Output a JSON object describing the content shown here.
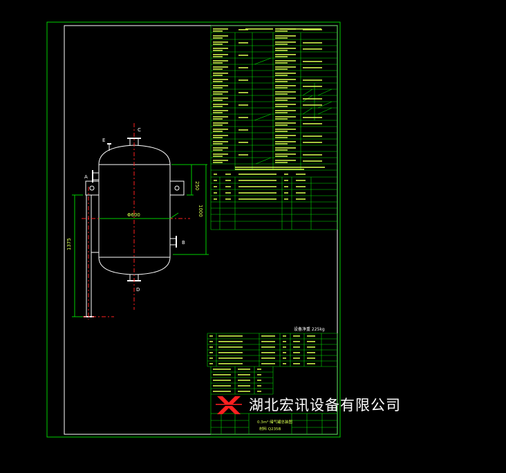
{
  "drawing": {
    "nozzle_tags": [
      "E",
      "C",
      "A",
      "B",
      "D"
    ],
    "dimensions": {
      "right_small": "250",
      "right_large": "1000",
      "left_total": "1375",
      "diameter": "Φ600"
    },
    "weight_note": "设备净重 225kg"
  },
  "title_block": {
    "company_name": "湖北宏讯设备有限公司",
    "drawing_title_line1": "0.3m³ 储气罐总装图",
    "drawing_title_line2": "材料 Q235B"
  },
  "colors": {
    "frame": "#00d000",
    "table": "#00e000",
    "vessel": "#ffffff",
    "centerline": "#ff2020",
    "text": "#d8ff50",
    "logo": "#ff2020"
  }
}
